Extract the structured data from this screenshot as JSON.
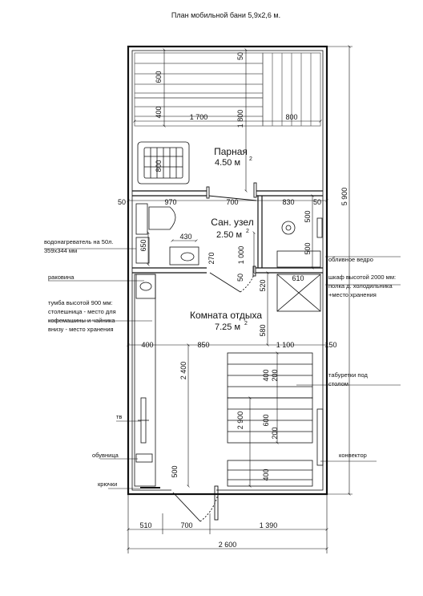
{
  "title": "План мобильной бани 5,9х2,6 м.",
  "rooms": {
    "steam": {
      "name": "Парная",
      "area": "4.50 м",
      "sup": "2"
    },
    "bath": {
      "name": "Сан. узел",
      "area": "2.50 м",
      "sup": "2"
    },
    "rest": {
      "name": "Комната отдыха",
      "area": "7.25 м",
      "sup": "2"
    }
  },
  "dims": {
    "d600": "600",
    "d400a": "400",
    "d800a": "800",
    "d1700": "1 700",
    "d1800": "1 800",
    "d800b": "800",
    "d50a": "50",
    "d50b": "50",
    "d970": "970",
    "d700a": "700",
    "d830": "830",
    "d50c": "50",
    "d5900": "5 900",
    "d500a": "500",
    "d650": "650",
    "d430": "430",
    "d500b": "500",
    "d270": "270",
    "d1000": "1 000",
    "d50d": "50",
    "d520": "520",
    "d610": "610",
    "d580": "580",
    "d400b": "400",
    "d850": "850",
    "d1100": "1 100",
    "d150": "150",
    "d400c": "400",
    "d200a": "200",
    "d2400": "2 400",
    "d600b": "600",
    "d200b": "200",
    "d2900": "2 900",
    "d500c": "500",
    "d400d": "400",
    "d510": "510",
    "d700b": "700",
    "d1390": "1 390",
    "d2600": "2 600"
  },
  "labels": {
    "heater": [
      "водонагреватель на 50л.",
      "359х344 мм"
    ],
    "bucket": "обливное ведро",
    "sink": "раковина",
    "wardrobe": [
      "шкаф высотой 2000 мм:",
      "полка д. холодильника",
      "+место хранения"
    ],
    "cabinet": [
      "тумба высотой 900 мм:",
      "столешница - место для",
      "кофемашины и чайника",
      "внизу - место хранения"
    ],
    "stools": [
      "табуретки под",
      "столом"
    ],
    "tv": "тв",
    "shoes": "обувница",
    "hooks": "крючки",
    "convector": "конвектор"
  }
}
